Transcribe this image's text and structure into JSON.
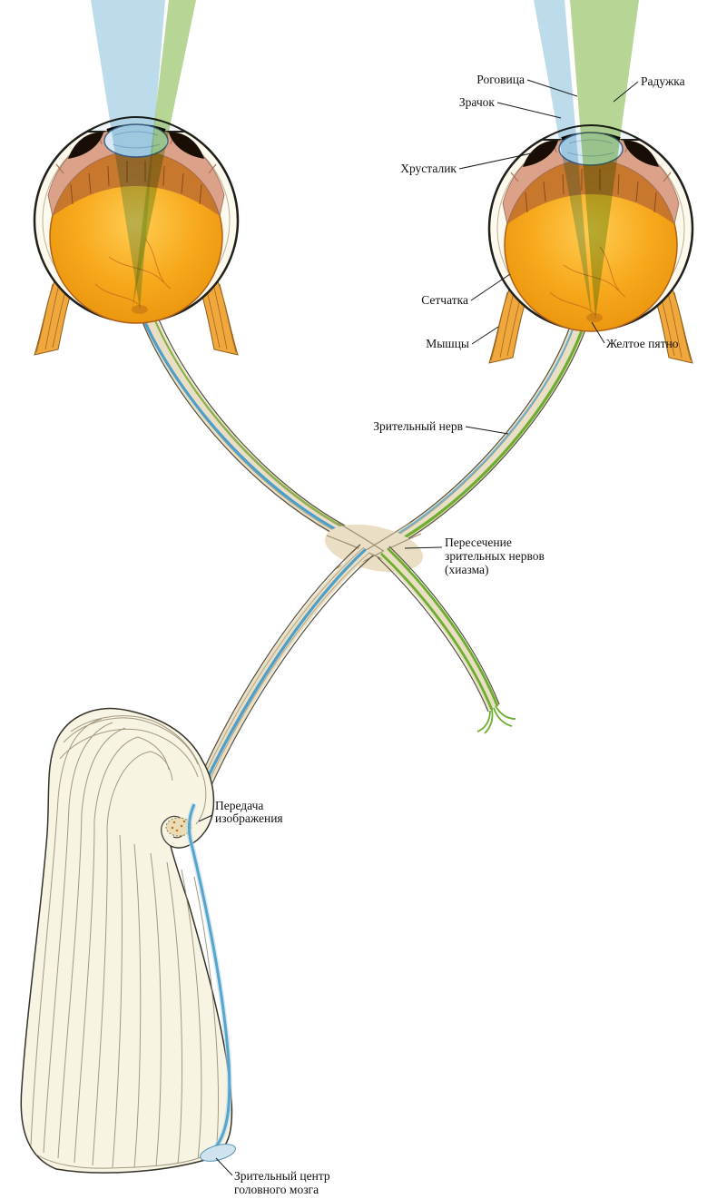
{
  "labels": {
    "cornea": "Роговица",
    "iris": "Радужка",
    "pupil": "Зрачок",
    "lens": "Хрусталик",
    "retina": "Сетчатка",
    "muscles": "Мышцы",
    "macula": "Желтое пятно",
    "optic_nerve": "Зрительный нерв",
    "chiasm": {
      "line1": "Пересечение",
      "line2": "зрительных нервов",
      "line3": "(хиазма)"
    },
    "transmission": {
      "line1": "Передача",
      "line2": "изображения"
    },
    "visual_center": {
      "line1": "Зрительный центр",
      "line2": "головного мозга"
    }
  },
  "colors": {
    "background": "#ffffff",
    "ray_blue": "#7ab8d8",
    "ray_green": "#7cb23c",
    "vitreous_orange": "#f7a81b",
    "sclera_cream": "#fdf9ec",
    "ciliary_pink": "#dca289",
    "retina_brown": "#bf7030",
    "nerve_beige": "#eadfc4",
    "nerve_blue_fiber": "#4d9fc9",
    "nerve_green_fiber": "#6cae2e",
    "cortex_cream": "#f8f4e4",
    "label_text": "#111111"
  }
}
